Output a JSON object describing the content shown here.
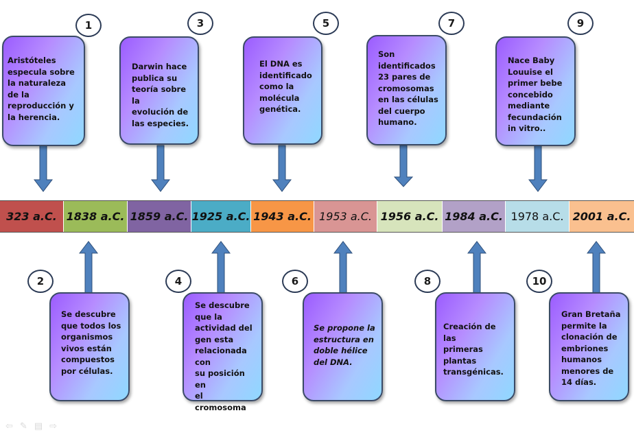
{
  "events": [
    {
      "number": "1",
      "text": "Aristóteles\nespecula sobre\nla naturaleza\nde la\nreproducción y\nla herencia.",
      "italic": false
    },
    {
      "number": "2",
      "text": "Se descubre\nque todos los\norganismos\nvivos están\ncompuestos\npor células.",
      "italic": false
    },
    {
      "number": "3",
      "text": "Darwin hace\npublica su\nteoría sobre la\nevolución de\nlas especies.",
      "italic": false
    },
    {
      "number": "4",
      "text": "Se descubre\nque la\nactividad del\ngen esta\nrelacionada\ncon\nsu posición en\nel cromosoma",
      "italic": false
    },
    {
      "number": "5",
      "text": "El DNA es\nidentificado\ncomo la\nmolécula\ngenética.",
      "italic": false
    },
    {
      "number": "6",
      "text": "Se propone la\nestructura en\ndoble hélice\ndel DNA.",
      "italic": true
    },
    {
      "number": "7",
      "text": "Son\nidentificados\n23 pares de\ncromosomas\nen las células\ndel cuerpo\nhumano.",
      "italic": false
    },
    {
      "number": "8",
      "text": "Creación de las\nprimeras\nplantas\ntransgénicas.",
      "italic": false
    },
    {
      "number": "9",
      "text": "Nace Baby\nLouuise el\nprimer bebe\nconcebido\nmediante\nfecundación\nin vitro..",
      "italic": false
    },
    {
      "number": "10",
      "text": "Gran Bretaña\npermite la\nclonación de\nembriones\nhumanos\nmenores de\n14 días.",
      "italic": false
    }
  ],
  "timeline": [
    {
      "label": "323 a.C.",
      "color": "#c0504d"
    },
    {
      "label": "1838 a.C.",
      "color": "#9bbb59"
    },
    {
      "label": "1859 a.C.",
      "color": "#8064a2"
    },
    {
      "label": "1925 a.C.",
      "color": "#4bacc6"
    },
    {
      "label": "1943 a.C.",
      "color": "#f79646"
    },
    {
      "label": "1953 a.C.",
      "color": "#d99594"
    },
    {
      "label": "1956 a.C.",
      "color": "#d7e4bc"
    },
    {
      "label": "1984 a.C.",
      "color": "#b2a1c7"
    },
    {
      "label": "1978 a.C.",
      "color": "#b7dde8"
    },
    {
      "label": "2001 a.C.",
      "color": "#fac08f"
    }
  ],
  "colors": {
    "arrow": "#4f81bd",
    "arrow_stroke": "#2e4f7a",
    "circle_border": "#2b3a55"
  },
  "icons": [
    "prev-arrow-icon",
    "pen-icon",
    "menu-icon",
    "next-arrow-icon"
  ]
}
